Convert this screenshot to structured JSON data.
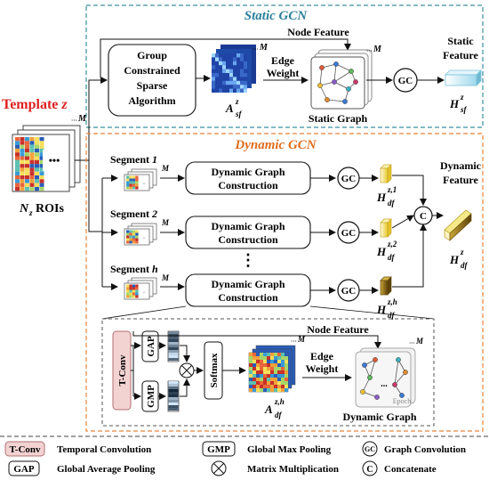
{
  "static_gcn": {
    "title": "Static GCN",
    "node_feature": "Node Feature",
    "group_box": [
      "Group",
      "Constrained",
      "Sparse",
      "Algorithm"
    ],
    "m": "M",
    "a_sf": {
      "base": "A",
      "sup": "z",
      "sub": "sf"
    },
    "edge_weight": [
      "Edge",
      "Weight"
    ],
    "static_graph": "Static Graph",
    "gc": "GC",
    "static_feature": [
      "Static",
      "Feature"
    ],
    "h_sf": {
      "base": "H",
      "sup": "z",
      "sub": "sf"
    }
  },
  "template": {
    "title_text": "Template ",
    "title_var": "z",
    "m": "M",
    "dots": "•••",
    "nz": "N",
    "nz_sub": "z",
    "rois": " ROIs"
  },
  "dynamic_gcn": {
    "title": "Dynamic GCN",
    "segments": [
      {
        "label": "Segment ",
        "idx": "1",
        "h_sup": "z,1"
      },
      {
        "label": "Segment ",
        "idx": "2",
        "h_sup": "z,2"
      },
      {
        "label": "Segment ",
        "idx": "h",
        "h_sup": "z,h"
      }
    ],
    "m": "M",
    "dgc_box": [
      "Dynamic Graph",
      "Construction"
    ],
    "vdots": "⋮",
    "gc": "GC",
    "concat": "C",
    "h_base": "H",
    "h_sub": "df",
    "dynamic_feature": [
      "Dynamic",
      "Feature"
    ],
    "h_df": {
      "base": "H",
      "sup": "z",
      "sub": "df"
    }
  },
  "detail": {
    "tconv": "T-Conv",
    "gap": "GAP",
    "gmp": "GMP",
    "softmax": "Softmax",
    "node_feature": "Node Feature",
    "edge_weight": [
      "Edge",
      "Weight"
    ],
    "m": "M",
    "a_df": {
      "base": "A",
      "sup": "z,h",
      "sub": "df"
    },
    "epoch": "Epoch",
    "dynamic_graph": "Dynamic Graph",
    "ellipsis": "..."
  },
  "legend": {
    "tconv": {
      "badge": "T-Conv",
      "text": "Temporal Convolution"
    },
    "gmp": {
      "badge": "GMP",
      "text": "Global Max Pooling"
    },
    "gc": {
      "badge": "GC",
      "text": "Graph Convolution"
    },
    "gap": {
      "badge": "GAP",
      "text": "Global Average Pooling"
    },
    "matmul": {
      "text": "Matrix Multiplication"
    },
    "concat": {
      "badge": "C",
      "text": "Concatenate"
    }
  },
  "colors": {
    "static_border": "#3a8fa3",
    "static_title": "#2a7f9a",
    "dynamic_border": "#e8843c",
    "dynamic_title": "#e06c1c",
    "template_title": "#e02020",
    "tconv_fill": "#f3d2d2",
    "static_feature_block": "#bfe6f2",
    "dyn_feature_block_light": "#f3e37a",
    "dyn_feature_block_dark": "#8a6a10",
    "matrix_blue": "#1f3f9e"
  }
}
